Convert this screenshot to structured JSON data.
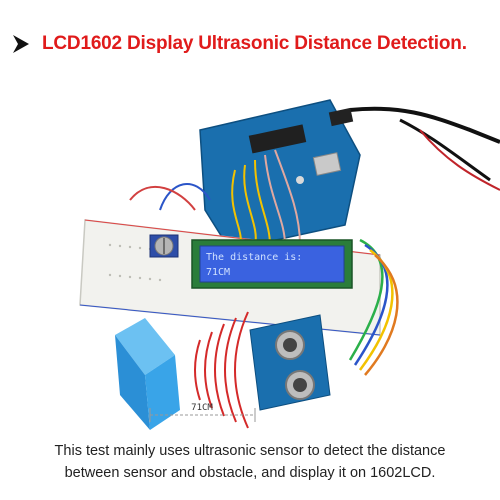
{
  "title": "LCD1602 Display Ultrasonic Distance Detection.",
  "lcd": {
    "line1": "The distance is:",
    "line2": "71CM"
  },
  "distance_label": "71CM",
  "caption": {
    "line1": "This test mainly uses ultrasonic sensor to detect the distance",
    "line2": "between sensor and obstacle, and display it on 1602LCD."
  },
  "colors": {
    "title": "#e01b1b",
    "lcd_bg": "#3a62e0",
    "lcd_text": "#cfe0ff",
    "board": "#1a6fae",
    "breadboard": "#f2f2ee",
    "obstacle": "#39a4e8",
    "waves": "#d42a2a"
  }
}
